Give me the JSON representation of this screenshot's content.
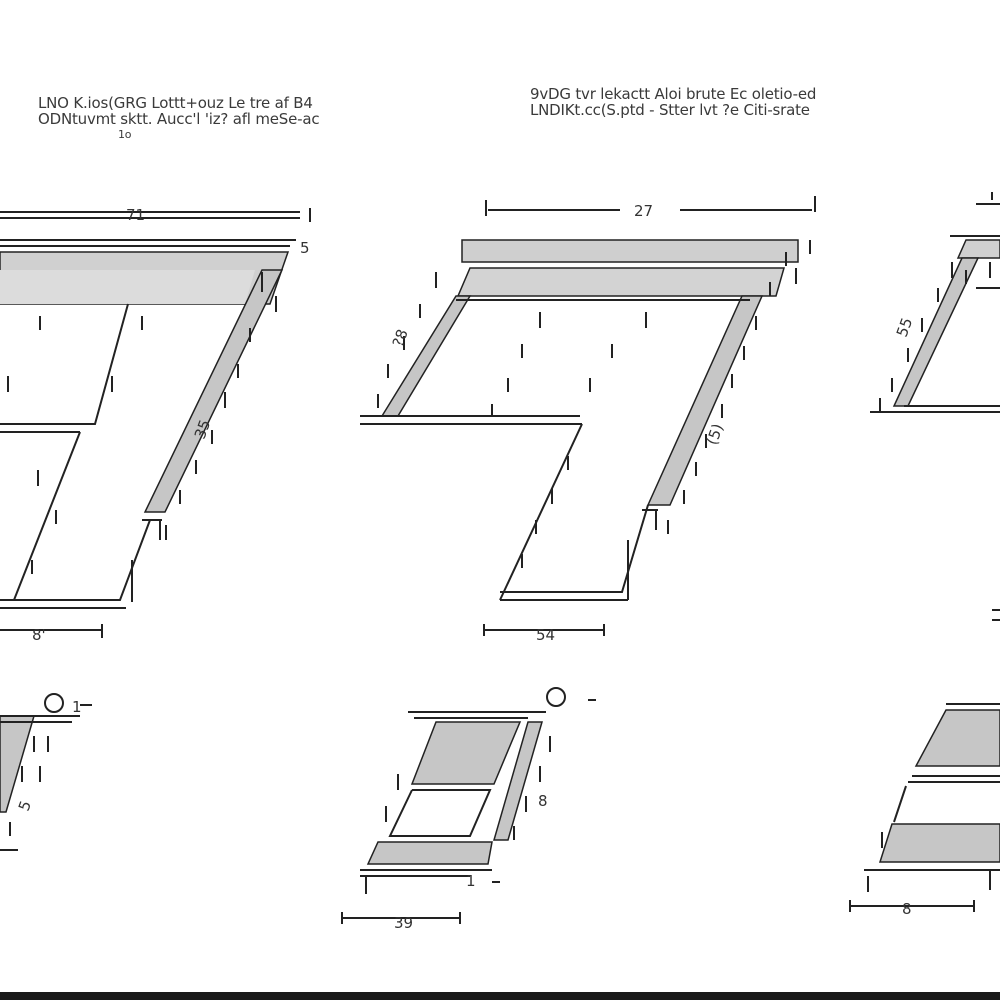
{
  "captions": {
    "left": {
      "line1": "LNO K.ios(GRG Lottt+ouz Le tre af B4",
      "line2": "ODNtuvmt sktt. Aucc'l 'iz? afl meSe-ac",
      "line3": "1o"
    },
    "right": {
      "line1": "9vDG tvr lekactt Aloi brute Ec oletio-ed",
      "line2": "LNDIKt.cc(S.ptd - Stter lvt ?e Citi-srate"
    }
  },
  "dimension_labels": {
    "top_left_width": "71",
    "top_left_side": "5",
    "top_left_height": "35",
    "top_left_bottom": "8'",
    "top_mid_width": "27",
    "top_mid_side": "?8",
    "top_mid_height": "(5)",
    "top_mid_bottom": "54",
    "top_right_side": "55",
    "bot_left_mark": "1",
    "bot_left_side": "5",
    "bot_mid_side": "8",
    "bot_mid_foot": "1",
    "bot_mid_bottom": "39",
    "bot_right_bottom": "8"
  },
  "colors": {
    "line": "#222222",
    "fill": "#c6c6c6",
    "fill_light": "#d8d8d8"
  }
}
